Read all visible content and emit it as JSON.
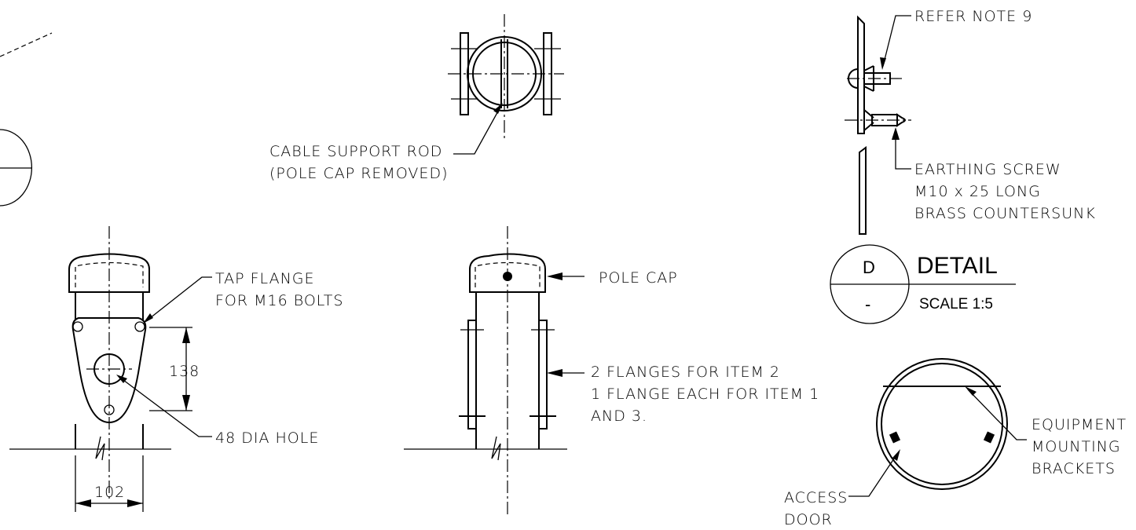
{
  "labels": {
    "cable_support_rod": "CABLE SUPPORT ROD",
    "pole_cap_removed": "(POLE CAP REMOVED)",
    "tap_flange": "TAP FLANGE",
    "for_m16_bolts": "FOR M16 BOLTS",
    "dim_138": "138",
    "hole_48": "48 DIA HOLE",
    "dim_102": "102",
    "pole_cap": "POLE CAP",
    "flanges_line1": "2 FLANGES FOR ITEM 2",
    "flanges_line2": "1 FLANGE EACH FOR ITEM 1",
    "flanges_line3": "AND 3.",
    "refer_note": "REFER NOTE 9",
    "earthing_line1": "EARTHING SCREW",
    "earthing_line2": "M10 x 25 LONG",
    "earthing_line3": "BRASS COUNTERSUNK",
    "detail_letter": "D",
    "detail_dash": "-",
    "detail_title": "DETAIL",
    "detail_scale": "SCALE 1:5",
    "equipment_line1": "EQUIPMENT",
    "equipment_line2": "MOUNTING",
    "equipment_line3": "BRACKETS",
    "access_line1": "ACCESS",
    "access_line2": "DOOR"
  }
}
